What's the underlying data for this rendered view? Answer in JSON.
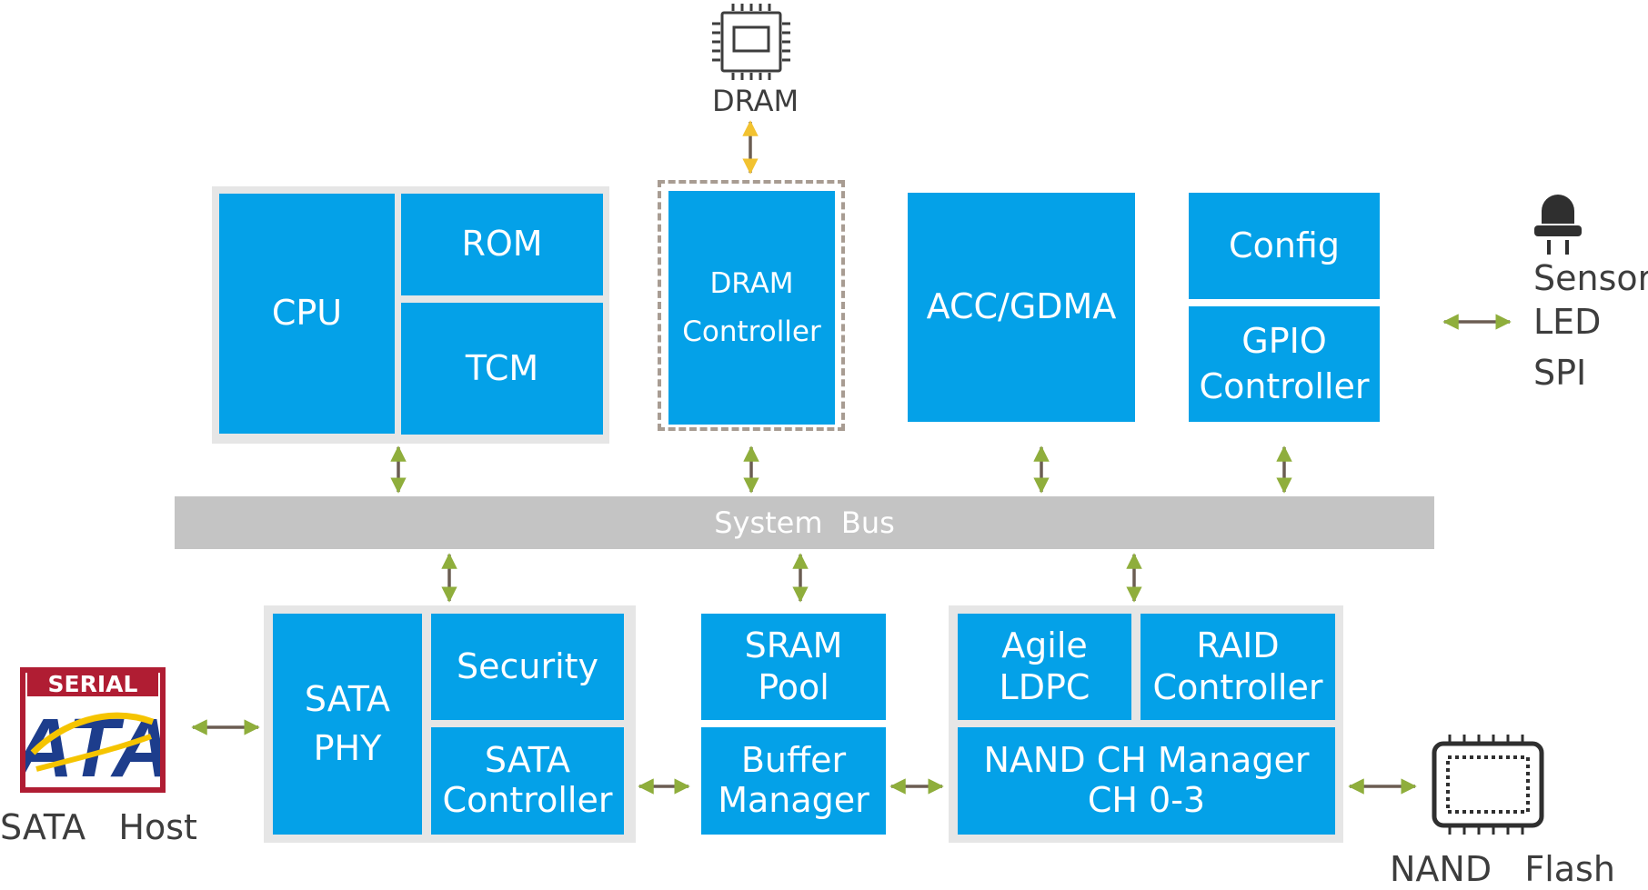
{
  "diagram": {
    "dram_label": "DRAM",
    "cpu": "CPU",
    "rom": "ROM",
    "tcm": "TCM",
    "dram_controller_1": "DRAM",
    "dram_controller_2": "Controller",
    "acc_gdma": "ACC/GDMA",
    "config": "Config",
    "gpio_1": "GPIO",
    "gpio_2": "Controller",
    "peripherals": [
      "Sensor",
      "LED",
      "SPI"
    ],
    "system_bus": "System  Bus",
    "sata_phy_1": "SATA",
    "sata_phy_2": "PHY",
    "security": "Security",
    "sata_controller_1": "SATA",
    "sata_controller_2": "Controller",
    "sram_pool_1": "SRAM",
    "sram_pool_2": "Pool",
    "buffer_manager_1": "Buffer",
    "buffer_manager_2": "Manager",
    "agile_ldpc_1": "Agile",
    "agile_ldpc_2": "LDPC",
    "raid_1": "RAID",
    "raid_2": "Controller",
    "nand_ch_1": "NAND CH Manager",
    "nand_ch_2": "CH 0-3",
    "sata_host": "SATA   Host",
    "nand_flash": "NAND   Flash",
    "logo_top": "SERIAL",
    "logo_main": "ATA"
  },
  "colors": {
    "block": "#04a1e8",
    "group_bg": "#e6e6e6",
    "bus": "#c4c4c4",
    "arrow_line": "#6b5d52",
    "arrow_head": "#8fae3c",
    "dram_arrow_head": "#f2c230",
    "label": "#3d3d3d"
  }
}
